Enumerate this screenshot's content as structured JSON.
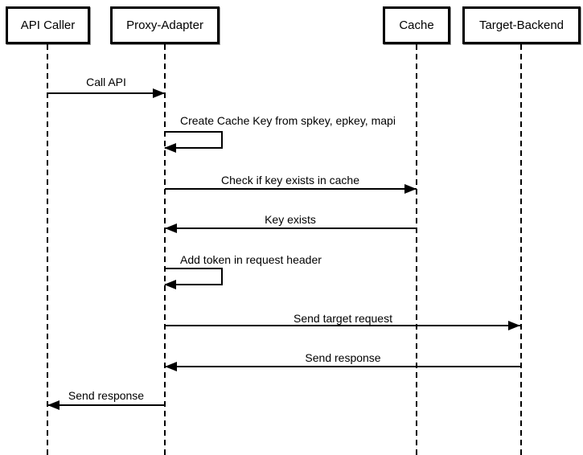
{
  "diagram_type": "uml-sequence-diagram",
  "colors": {
    "background": "#ffffff",
    "line": "#000000",
    "text": "#000000",
    "box_shadow": "#999999"
  },
  "participants": [
    {
      "label": "API Caller"
    },
    {
      "label": "Proxy-Adapter"
    },
    {
      "label": "Cache"
    },
    {
      "label": "Target-Backend"
    }
  ],
  "messages": [
    {
      "text": "Call API",
      "from": "API Caller",
      "to": "Proxy-Adapter",
      "direction": "right",
      "self": false
    },
    {
      "text": "Create Cache Key from spkey, epkey, mapi",
      "from": "Proxy-Adapter",
      "to": "Proxy-Adapter",
      "direction": "self",
      "self": true
    },
    {
      "text": "Check if key exists in cache",
      "from": "Proxy-Adapter",
      "to": "Cache",
      "direction": "right",
      "self": false
    },
    {
      "text": "Key exists",
      "from": "Cache",
      "to": "Proxy-Adapter",
      "direction": "left",
      "self": false
    },
    {
      "text": "Add token in request header",
      "from": "Proxy-Adapter",
      "to": "Proxy-Adapter",
      "direction": "self",
      "self": true
    },
    {
      "text": "Send target request",
      "from": "Proxy-Adapter",
      "to": "Target-Backend",
      "direction": "right",
      "self": false
    },
    {
      "text": "Send response",
      "from": "Target-Backend",
      "to": "Proxy-Adapter",
      "direction": "left",
      "self": false
    },
    {
      "text": "Send response",
      "from": "Proxy-Adapter",
      "to": "API Caller",
      "direction": "left",
      "self": false
    }
  ]
}
